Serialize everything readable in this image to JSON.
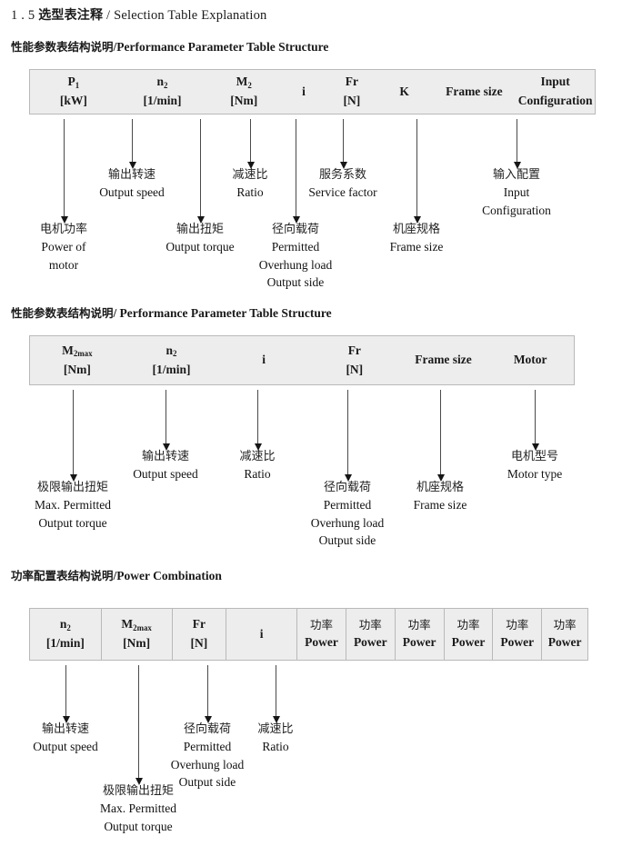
{
  "document": {
    "section_number": "1 . 5",
    "title_cn": "选型表注释",
    "separator": "/",
    "title_en": "Selection Table Explanation"
  },
  "sections": [
    {
      "heading_cn": "性能参数表结构说明",
      "heading_sep": "/",
      "heading_en": "Performance Parameter Table Structure",
      "table": {
        "divided": false,
        "columns": [
          {
            "symbol": "P",
            "sub": "1",
            "unit": "[kW]"
          },
          {
            "symbol": "n",
            "sub": "2",
            "unit": "[1/min]"
          },
          {
            "symbol": "M",
            "sub": "2",
            "unit": "[Nm]"
          },
          {
            "symbol": "i",
            "sub": "",
            "unit": ""
          },
          {
            "symbol": "Fr",
            "sub": "",
            "unit": "[N]"
          },
          {
            "symbol": "K",
            "sub": "",
            "unit": ""
          },
          {
            "symbol": "Frame size",
            "sub": "",
            "unit": ""
          },
          {
            "symbol": "Input",
            "sub": "",
            "unit": "Configuration"
          }
        ]
      },
      "notes": [
        {
          "cn": "电机功率",
          "en": [
            "Power of",
            "motor"
          ]
        },
        {
          "cn": "输出转速",
          "en": [
            "Output speed"
          ]
        },
        {
          "cn": "输出扭矩",
          "en": [
            "Output torque"
          ]
        },
        {
          "cn": "减速比",
          "en": [
            "Ratio"
          ]
        },
        {
          "cn": "径向载荷",
          "en": [
            "Permitted",
            "Overhung load",
            "Output side"
          ]
        },
        {
          "cn": "服务系数",
          "en": [
            "Service factor"
          ]
        },
        {
          "cn": "机座规格",
          "en": [
            "Frame size"
          ]
        },
        {
          "cn": "输入配置",
          "en": [
            "Input",
            "Configuration"
          ]
        }
      ]
    },
    {
      "heading_cn": "性能参数表结构说明",
      "heading_sep": "/",
      "heading_en": "Performance Parameter Table Structure",
      "table": {
        "divided": false,
        "columns": [
          {
            "symbol": "M",
            "sub": "2max",
            "unit": "[Nm]"
          },
          {
            "symbol": "n",
            "sub": "2",
            "unit": "[1/min]"
          },
          {
            "symbol": "i",
            "sub": "",
            "unit": ""
          },
          {
            "symbol": "Fr",
            "sub": "",
            "unit": "[N]"
          },
          {
            "symbol": "Frame size",
            "sub": "",
            "unit": ""
          },
          {
            "symbol": "Motor",
            "sub": "",
            "unit": ""
          }
        ]
      },
      "notes": [
        {
          "cn": "极限输出扭矩",
          "en": [
            "Max. Permitted",
            "Output  torque"
          ]
        },
        {
          "cn": "输出转速",
          "en": [
            "Output speed"
          ]
        },
        {
          "cn": "减速比",
          "en": [
            "Ratio"
          ]
        },
        {
          "cn": "径向载荷",
          "en": [
            "Permitted",
            "Overhung load",
            "Output side"
          ]
        },
        {
          "cn": "机座规格",
          "en": [
            "Frame size"
          ]
        },
        {
          "cn": "电机型号",
          "en": [
            "Motor type"
          ]
        }
      ]
    },
    {
      "heading_cn": "功率配置表结构说明",
      "heading_sep": "/",
      "heading_en": "Power Combination",
      "table": {
        "divided": true,
        "columns": [
          {
            "symbol": "n",
            "sub": "2",
            "unit": "[1/min]"
          },
          {
            "symbol": "M",
            "sub": "2max",
            "unit": "[Nm]"
          },
          {
            "symbol": "Fr",
            "sub": "",
            "unit": "[N]"
          },
          {
            "symbol": "i",
            "sub": "",
            "unit": ""
          },
          {
            "cn_label": "功率",
            "unit": "Power"
          },
          {
            "cn_label": "功率",
            "unit": "Power"
          },
          {
            "cn_label": "功率",
            "unit": "Power"
          },
          {
            "cn_label": "功率",
            "unit": "Power"
          },
          {
            "cn_label": "功率",
            "unit": "Power"
          },
          {
            "cn_label": "功率",
            "unit": "Power"
          }
        ]
      },
      "notes": [
        {
          "cn": "输出转速",
          "en": [
            "Output speed"
          ]
        },
        {
          "cn": "极限输出扭矩",
          "en": [
            "Max. Permitted",
            "Output  torque"
          ]
        },
        {
          "cn": "径向载荷",
          "en": [
            "Permitted",
            "Overhung load",
            "Output side"
          ]
        },
        {
          "cn": "减速比",
          "en": [
            "Ratio"
          ]
        }
      ]
    }
  ]
}
